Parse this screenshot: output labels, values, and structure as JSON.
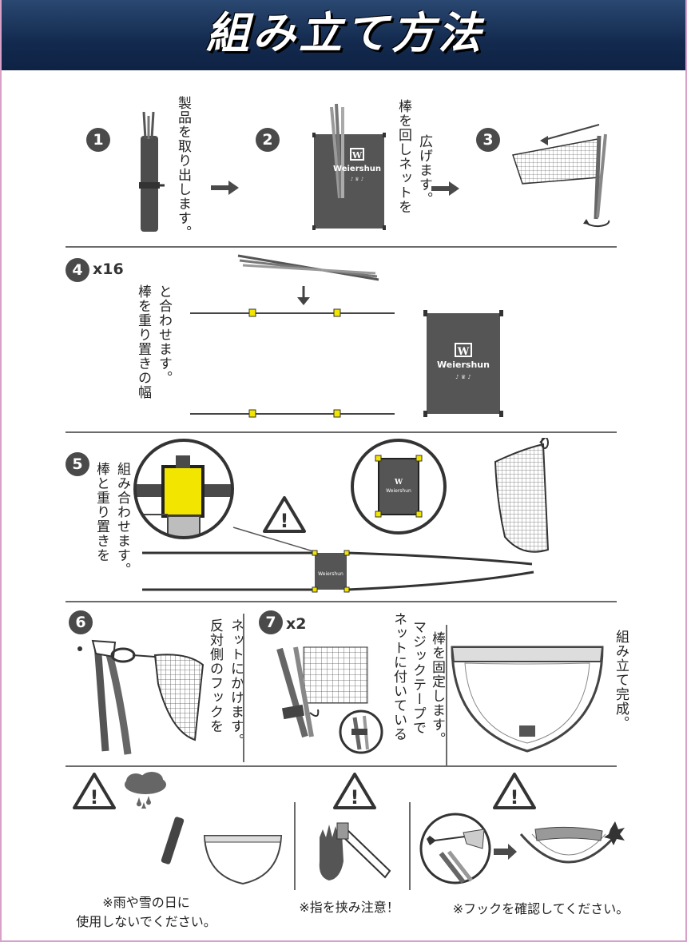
{
  "header": {
    "title": "組み立て方法"
  },
  "steps": {
    "s1": {
      "num": "1",
      "text": "製品を取り出します。"
    },
    "s2": {
      "num": "2",
      "text1": "棒を回しネットを",
      "text2": "広げます。"
    },
    "s3": {
      "num": "3"
    },
    "s4": {
      "num": "4",
      "mult": "x16",
      "text1": "と合わせます。",
      "text2": "棒を重り置きの幅"
    },
    "s5": {
      "num": "5",
      "text1": "組み合わせます。",
      "text2": "棒と重り置きを"
    },
    "s6": {
      "num": "6",
      "text1": "ネットにかけます。",
      "text2": "反対側のフックを"
    },
    "s7": {
      "num": "7",
      "mult": "x2",
      "text1": "棒を固定します。",
      "text2": "マジックテープで",
      "text3": "ネットに付いている"
    },
    "s8": {
      "text": "組み立て完成。"
    }
  },
  "brand": {
    "name": "Weiershun",
    "logo": "W"
  },
  "cautions": {
    "c1_line1": "※雨や雪の日に",
    "c1_line2": "使用しないでください。",
    "c2": "※指を挟み注意！",
    "c3": "※フックを確認してください。"
  },
  "colors": {
    "header": "#132a4e",
    "badge": "#4a4a4a",
    "accent": "#f2e600",
    "net": "#4d4d4d"
  }
}
